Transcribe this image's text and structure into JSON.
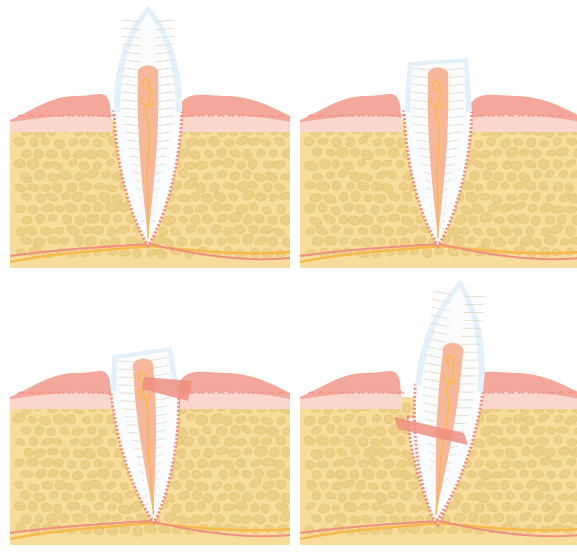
{
  "colors": {
    "bone": "#f7dc9c",
    "bone_pattern": "#eccf86",
    "bone_pattern_stroke": "#e3c271",
    "gum": "#f4a89c",
    "gum_light": "#fbd6cd",
    "gum_edge": "#ef8f81",
    "tooth_enamel": "#e3f1fb",
    "tooth_dentin": "#fbfcfe",
    "dentin_lines": "#e6d8c6",
    "root_ligament": "#ef8f81",
    "pulp": "#f7b79a",
    "nerve": "#f6b94a",
    "vessel": "#ef8f81"
  },
  "panels": [
    {
      "key": "panel-intact",
      "variant": "intact"
    },
    {
      "key": "panel-crown-fracture",
      "variant": "crown-fracture"
    },
    {
      "key": "panel-root-fracture-shallow",
      "variant": "root-fracture-shallow"
    },
    {
      "key": "panel-root-fracture-displaced",
      "variant": "root-fracture-displaced"
    }
  ]
}
